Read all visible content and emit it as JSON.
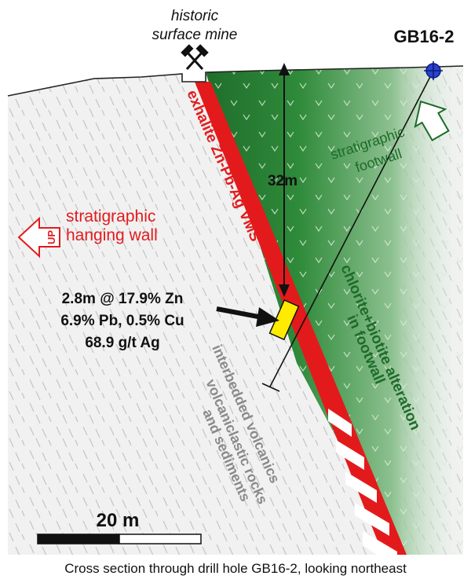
{
  "labels": {
    "mine_line1": "historic",
    "mine_line2": "surface mine",
    "drillhole": "GB16-2",
    "vms": "exhalite Zn-Pb-Ag VMS",
    "footwall_line1": "stratigraphic",
    "footwall_line2": "footwall",
    "depth": "32m",
    "hanging_line1": "stratigraphic",
    "hanging_line2": "hanging wall",
    "up": "UP",
    "assay_line1": "2.8m @ 17.9% Zn",
    "assay_line2": "6.9% Pb, 0.5% Cu",
    "assay_line3": "68.9 g/t Ag",
    "alteration_line1": "chlorite+biotite alteration",
    "alteration_line2": "in footwall",
    "rocks_line1": "interbedded volcanics",
    "rocks_line2": "volcaniclastic rocks",
    "rocks_line3": "and sediments",
    "scale": "20 m",
    "caption": "Cross section through drill hole GB16-2, looking northeast"
  },
  "colors": {
    "vms": "#e31a1c",
    "alteration": "#1e6b2a",
    "assay_zone": "#ffeb00",
    "drillhole_marker": "#1a2fb5",
    "host_rock_text": "#8a8a8a"
  },
  "icons": {
    "mine": "crossed-hammers-icon",
    "collar": "crosshair-icon"
  }
}
